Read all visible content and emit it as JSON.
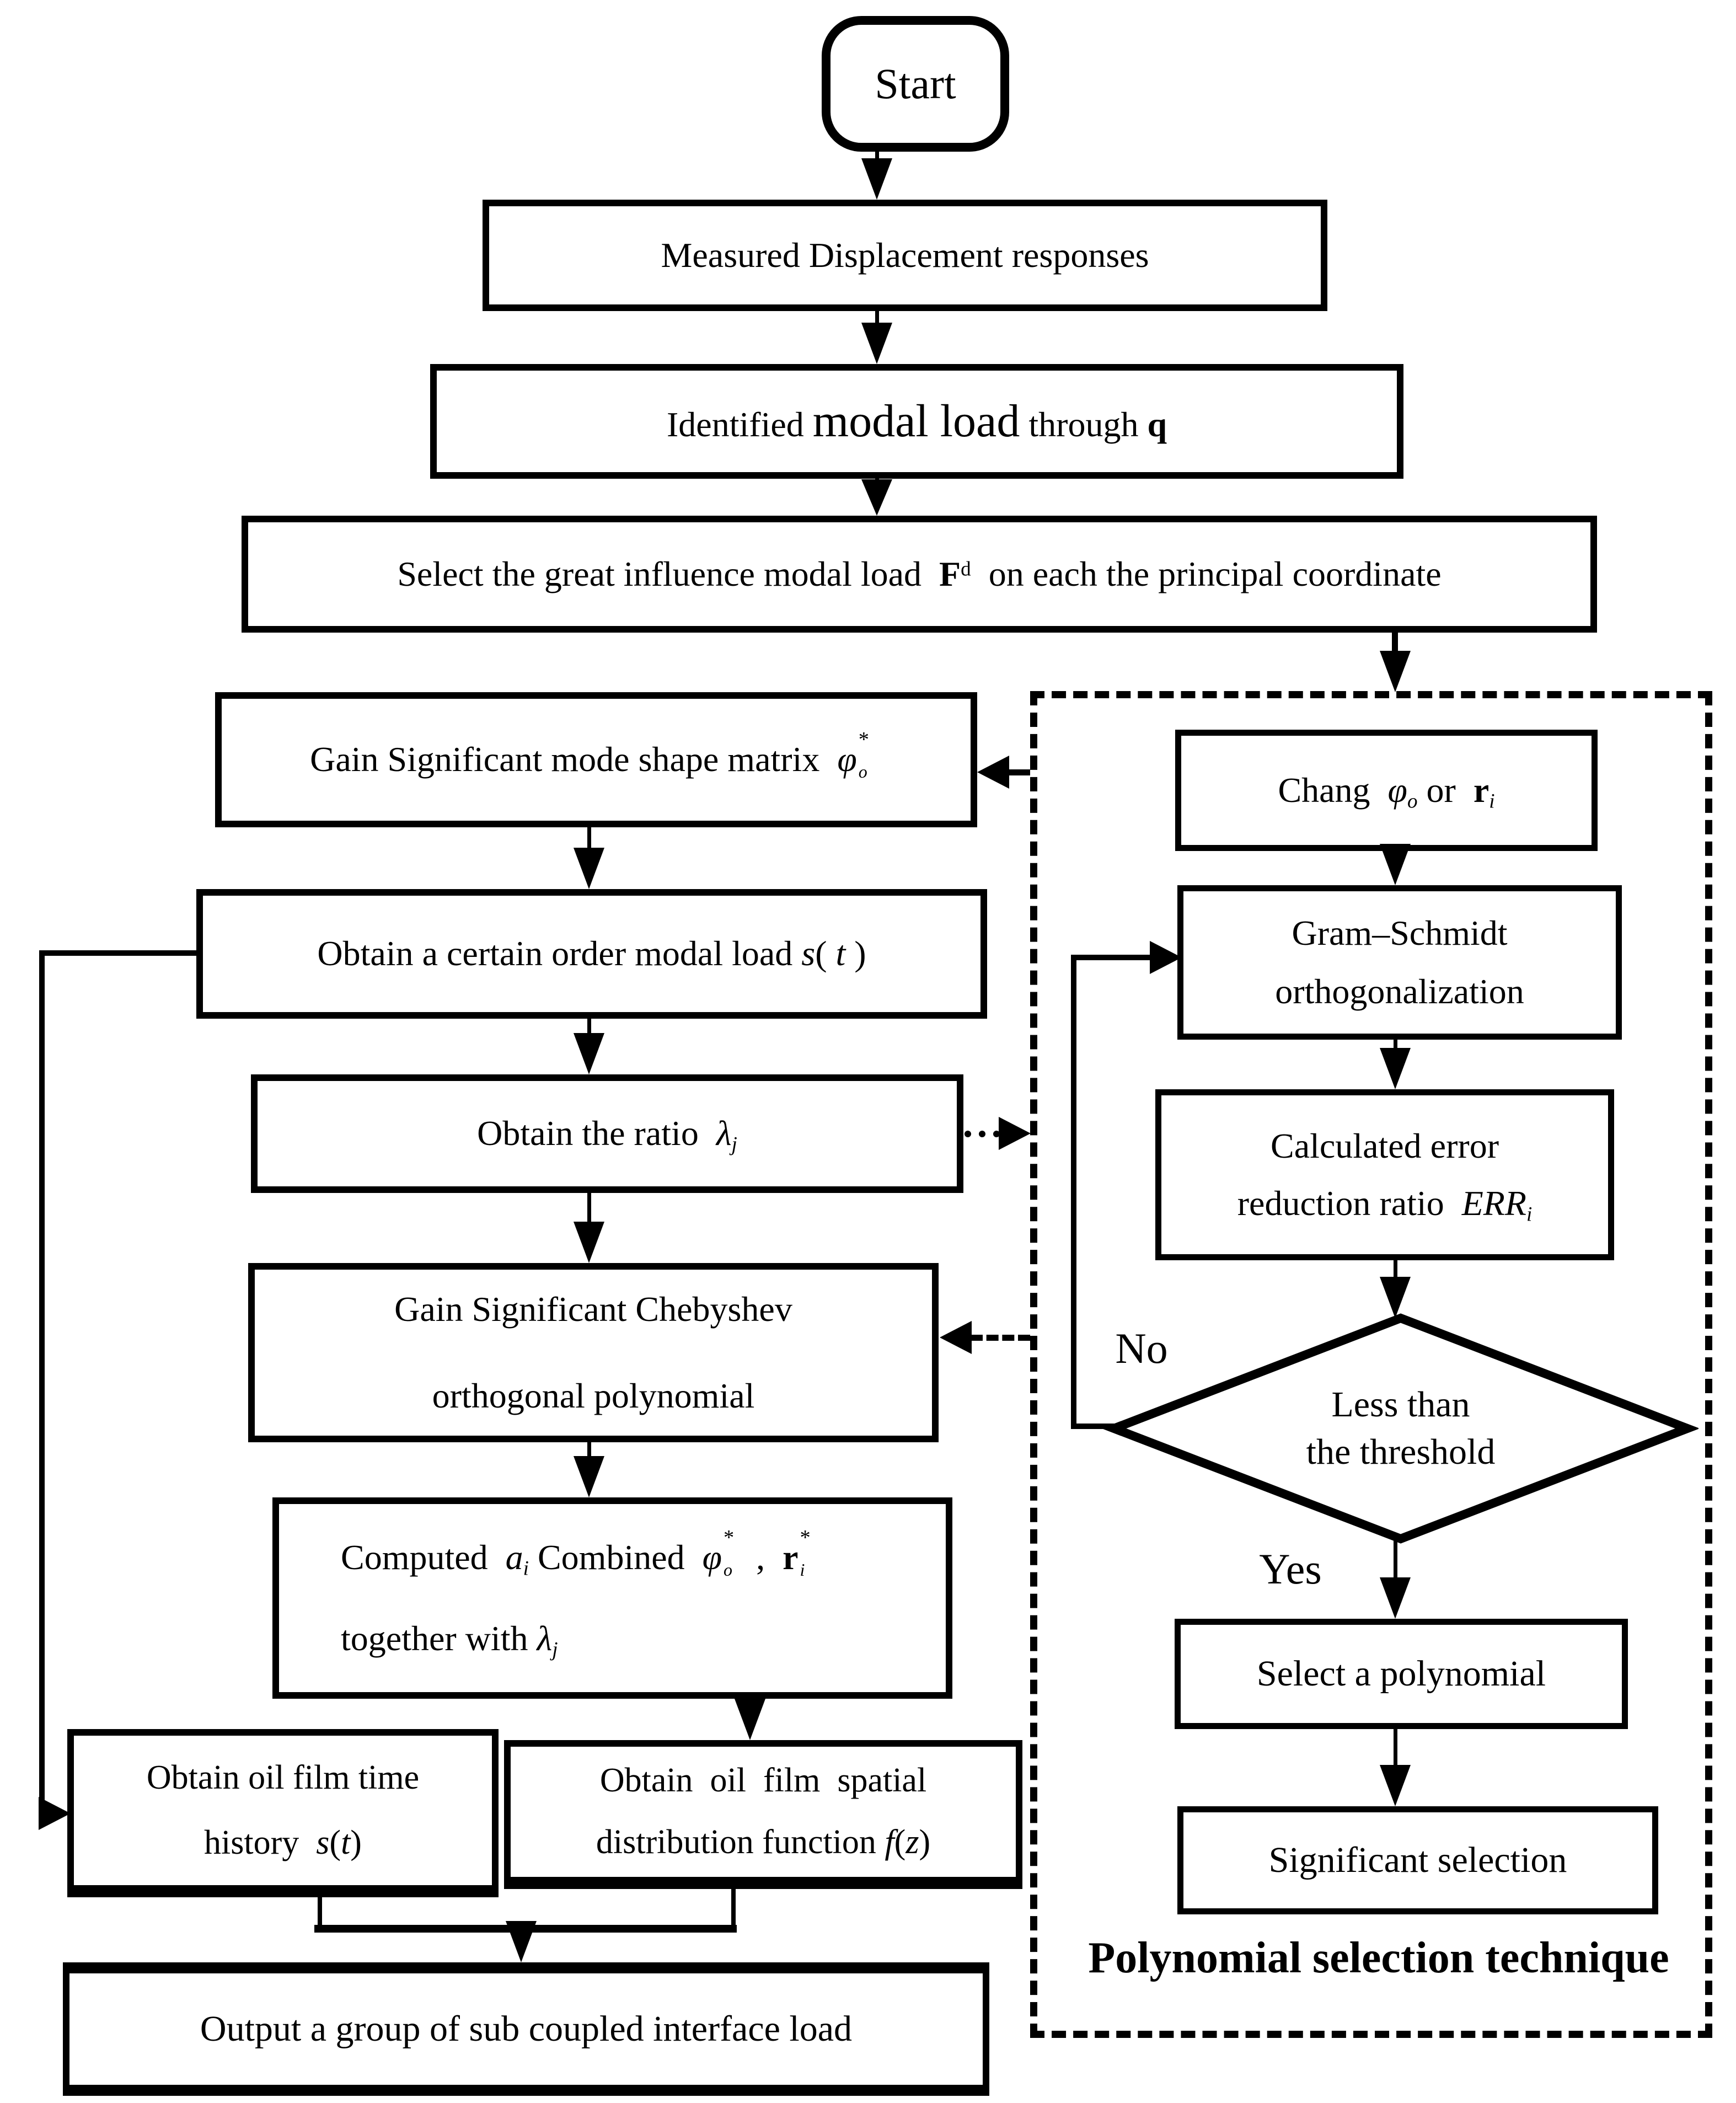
{
  "colors": {
    "ink": "#000000",
    "paper": "#ffffff"
  },
  "nodes": {
    "start": {
      "lines": [
        [
          {
            "t": "Start",
            "s": "n"
          }
        ]
      ]
    },
    "measured": {
      "lines": [
        [
          {
            "t": "Measured Displacement responses",
            "s": "n"
          }
        ]
      ]
    },
    "identified": {
      "lines": [
        [
          {
            "t": "Identified ",
            "s": "n"
          },
          {
            "t": "modal load",
            "s": "big"
          },
          {
            "t": " through ",
            "s": "n"
          },
          {
            "t": "q",
            "s": "b"
          }
        ]
      ]
    },
    "select_influence": {
      "lines": [
        [
          {
            "t": "Select the great influence modal load  ",
            "s": "n"
          },
          {
            "t": "F",
            "s": "b"
          },
          {
            "t": "d",
            "s": "sup"
          },
          {
            "t": "  on each the principal coordinate",
            "s": "n"
          }
        ]
      ]
    },
    "mode_shape": {
      "lines": [
        [
          {
            "t": "Gain Significant mode shape matrix  ",
            "s": "n"
          },
          {
            "t": "φ",
            "s": "i"
          },
          {
            "t": "*|o",
            "s": "ss"
          }
        ]
      ]
    },
    "certain_order": {
      "lines": [
        [
          {
            "t": "Obtain a certain order modal load ",
            "s": "n"
          },
          {
            "t": "s",
            "s": "i"
          },
          {
            "t": "( ",
            "s": "n"
          },
          {
            "t": "t",
            "s": "i"
          },
          {
            "t": " )",
            "s": "n"
          }
        ]
      ]
    },
    "ratio": {
      "lines": [
        [
          {
            "t": "Obtain the ratio  ",
            "s": "n"
          },
          {
            "t": "λ",
            "s": "i"
          },
          {
            "t": "j",
            "s": "isub"
          }
        ]
      ]
    },
    "chebyshev": {
      "lines": [
        [
          {
            "t": "Gain Significant Chebyshev",
            "s": "n"
          }
        ],
        [
          {
            "t": "orthogonal polynomial",
            "s": "n"
          }
        ]
      ]
    },
    "computed": {
      "lines": [
        [
          {
            "t": "Computed  ",
            "s": "n"
          },
          {
            "t": "a",
            "s": "i"
          },
          {
            "t": "i",
            "s": "isub"
          },
          {
            "t": " Combined  ",
            "s": "n"
          },
          {
            "t": "φ",
            "s": "i"
          },
          {
            "t": "*|o",
            "s": "ss"
          },
          {
            "t": " ,  ",
            "s": "n"
          },
          {
            "t": "r",
            "s": "b"
          },
          {
            "t": "*|i",
            "s": "ss"
          }
        ],
        [
          {
            "t": "together with ",
            "s": "n"
          },
          {
            "t": "λ",
            "s": "i"
          },
          {
            "t": "j",
            "s": "isub"
          }
        ]
      ]
    },
    "oil_time": {
      "lines": [
        [
          {
            "t": "Obtain oil film time",
            "s": "n"
          }
        ],
        [
          {
            "t": "history  ",
            "s": "n"
          },
          {
            "t": "s",
            "s": "i"
          },
          {
            "t": "(",
            "s": "n"
          },
          {
            "t": "t",
            "s": "i"
          },
          {
            "t": ")",
            "s": "n"
          }
        ]
      ]
    },
    "oil_spatial": {
      "lines": [
        [
          {
            "t": "Obtain  oil  film  spatial",
            "s": "n"
          }
        ],
        [
          {
            "t": "distribution function ",
            "s": "n"
          },
          {
            "t": "f",
            "s": "i"
          },
          {
            "t": "(",
            "s": "n"
          },
          {
            "t": "z",
            "s": "i"
          },
          {
            "t": ")",
            "s": "n"
          }
        ]
      ]
    },
    "output": {
      "lines": [
        [
          {
            "t": "Output a group of sub coupled interface load",
            "s": "n"
          }
        ]
      ]
    },
    "chang": {
      "lines": [
        [
          {
            "t": "Chang  ",
            "s": "n"
          },
          {
            "t": "φ",
            "s": "i"
          },
          {
            "t": "o",
            "s": "isub"
          },
          {
            "t": " or  ",
            "s": "n"
          },
          {
            "t": "r",
            "s": "b"
          },
          {
            "t": "i",
            "s": "isub"
          }
        ]
      ]
    },
    "gram_schmidt": {
      "lines": [
        [
          {
            "t": "Gram–Schmidt",
            "s": "n"
          }
        ],
        [
          {
            "t": "orthogonalization",
            "s": "n"
          }
        ]
      ]
    },
    "err_ratio": {
      "lines": [
        [
          {
            "t": "Calculated error",
            "s": "n"
          }
        ],
        [
          {
            "t": "reduction ratio  ",
            "s": "n"
          },
          {
            "t": "ERR",
            "s": "i"
          },
          {
            "t": "i",
            "s": "isub"
          }
        ]
      ]
    },
    "threshold": {
      "lines": [
        [
          {
            "t": "Less than",
            "s": "n"
          }
        ],
        [
          {
            "t": "the threshold",
            "s": "n"
          }
        ]
      ]
    },
    "select_poly": {
      "lines": [
        [
          {
            "t": "Select a polynomial",
            "s": "n"
          }
        ]
      ]
    },
    "significant_sel": {
      "lines": [
        [
          {
            "t": "Significant selection",
            "s": "n"
          }
        ]
      ]
    }
  },
  "labels": {
    "no": "No",
    "yes": "Yes",
    "technique": "Polynomial selection technique"
  }
}
